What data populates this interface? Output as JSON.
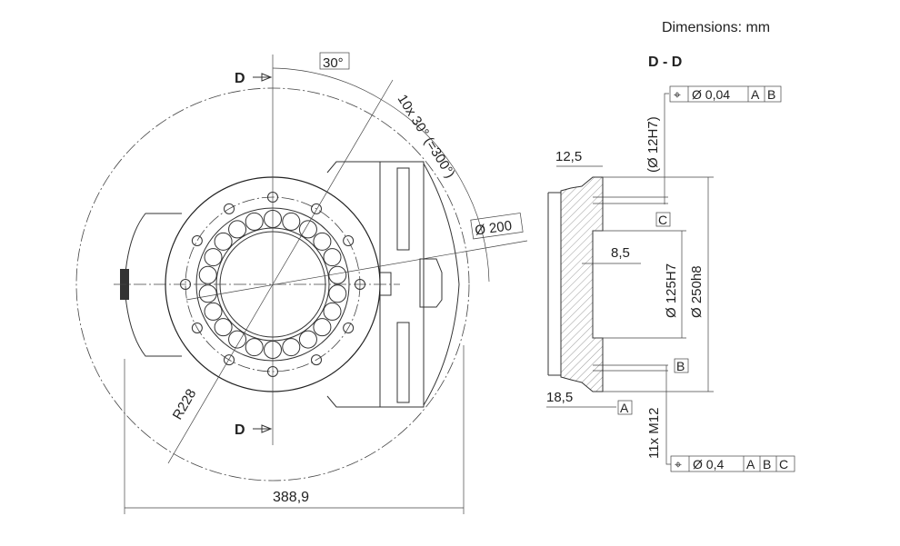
{
  "header": {
    "units": "Dimensions: mm",
    "section_title": "D - D"
  },
  "front_view": {
    "section_mark": "D",
    "angle_box": "30°",
    "pattern": "10x 30° (=300°)",
    "bolt_circle": "Ø 200",
    "radius": "R228",
    "width": "388,9"
  },
  "section_view": {
    "dim_12_5": "12,5",
    "dim_8_5": "8,5",
    "dim_18_5": "18,5",
    "pin_hole": "(Ø 12H7)",
    "bore": "Ø 125H7",
    "spigot": "Ø 250h8",
    "threads": "11x M12",
    "datum_a": "A",
    "datum_b": "B",
    "datum_c": "C",
    "tol_top": {
      "symbol": "⌖",
      "value": "Ø 0,04",
      "refs": [
        "A",
        "B"
      ]
    },
    "tol_bottom": {
      "symbol": "⌖",
      "value": "Ø 0,4",
      "refs": [
        "A",
        "B",
        "C"
      ]
    }
  }
}
